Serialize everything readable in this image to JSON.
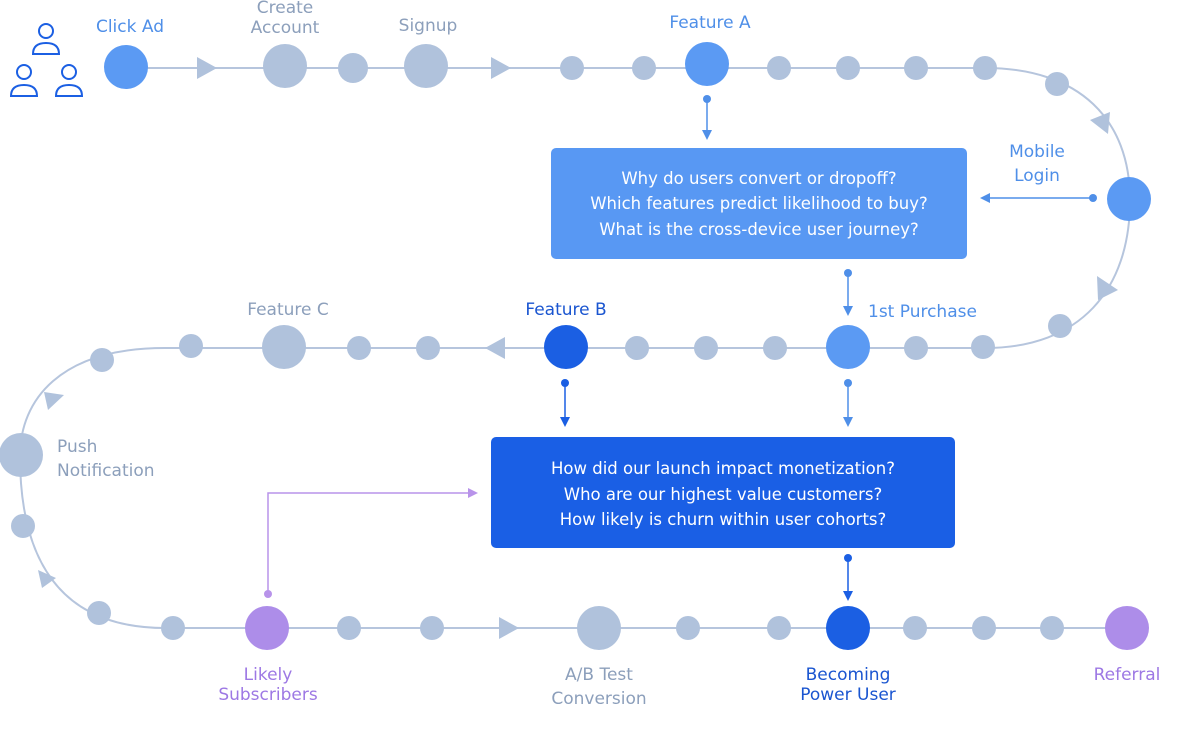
{
  "colors": {
    "path": "#b6c5dd",
    "gray_node": "#b0c2dc",
    "gray_label": "#8c9fbb",
    "light_blue": "#5b9af3",
    "light_blue_label": "#4f8fe8",
    "dark_blue": "#1b5fe3",
    "dark_blue_label": "#1a55d0",
    "purple": "#ad8de9",
    "purple_label": "#9d78e4",
    "box_light": "#5898f3",
    "box_dark": "#1a5fe5",
    "arrow_purple": "#b893ea"
  },
  "icons": {
    "users": "users-group-icon"
  },
  "labels": {
    "click_ad": "Click Ad",
    "create_account": [
      "Create",
      "Account"
    ],
    "signup": "Signup",
    "feature_a": "Feature A",
    "mobile_login": [
      "Mobile",
      "Login"
    ],
    "first_purchase": "1st Purchase",
    "feature_b": "Feature B",
    "feature_c": "Feature C",
    "push_notification": [
      "Push",
      "Notification"
    ],
    "likely_subscribers": [
      "Likely",
      "Subscribers"
    ],
    "ab_test_conversion": [
      "A/B Test",
      "Conversion"
    ],
    "becoming_power_user": [
      "Becoming",
      "Power User"
    ],
    "referral": "Referral"
  },
  "question_boxes": {
    "top": [
      "Why do users convert or dropoff?",
      "Which features predict likelihood to buy?",
      "What is the cross-device user journey?"
    ],
    "bottom": [
      "How did our launch impact monetization?",
      "Who are our highest value customers?",
      "How likely is churn within user cohorts?"
    ]
  }
}
